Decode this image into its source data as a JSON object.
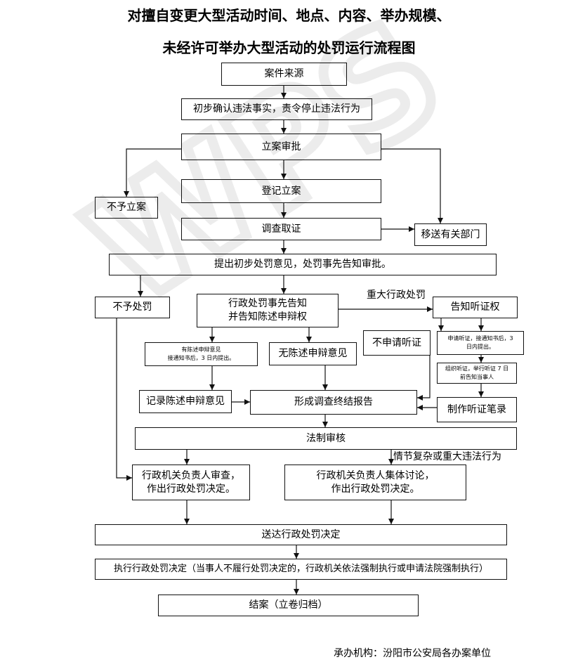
{
  "title": {
    "line1": "对擅自变更大型活动时间、地点、内容、举办规模、",
    "line2": "未经许可举办大型活动的处罚运行流程图"
  },
  "watermark": "WPS",
  "nodes": {
    "source": "案件来源",
    "confirm": "初步确认违法事实，责令停止违法行为",
    "approve": "立案审批",
    "no_case": "不予立案",
    "register": "登记立案",
    "investigate": "调查取证",
    "transfer": "移送有关部门",
    "proposal": "提出初步处罚意见，处罚事先告知审批。",
    "no_penalty": "不予处罚",
    "notify": [
      "行政处罚事先告知",
      "并告知陈述申辩权"
    ],
    "hearing_right": "告知听证权",
    "has_statement": [
      "有陈述申辩意见",
      "接通知书后，3 日内提出。"
    ],
    "no_statement": "无陈述申辩意见",
    "no_hearing": "不申请听证",
    "apply_hearing": [
      "申请听证，接通知书后，3",
      "日内提出。"
    ],
    "organize_hearing": [
      "组织听证，举行听证 7 日",
      "前告知当事人"
    ],
    "record_statement": "记录陈述申辩意见",
    "report": "形成调查终结报告",
    "hearing_record": "制作听证笔录",
    "legal_review": "法制审核",
    "head_review": [
      "行政机关负责人审查，",
      "作出行政处罚决定。"
    ],
    "collective": [
      "行政机关负责人集体讨论，",
      "作出行政处罚决定。"
    ],
    "deliver": "送达行政处罚决定",
    "execute": "执行行政处罚决定（当事人不履行处罚决定的，行政机关依法强制执行或申请法院强制执行）",
    "close": "结案（立卷归档）"
  },
  "edge_labels": {
    "major": "重大行政处罚",
    "complex": "情节复杂或重大违法行为"
  },
  "footer": "承办机构：汾阳市公安局各办案单位",
  "colors": {
    "line": "#111111",
    "watermark": "#ececec"
  }
}
